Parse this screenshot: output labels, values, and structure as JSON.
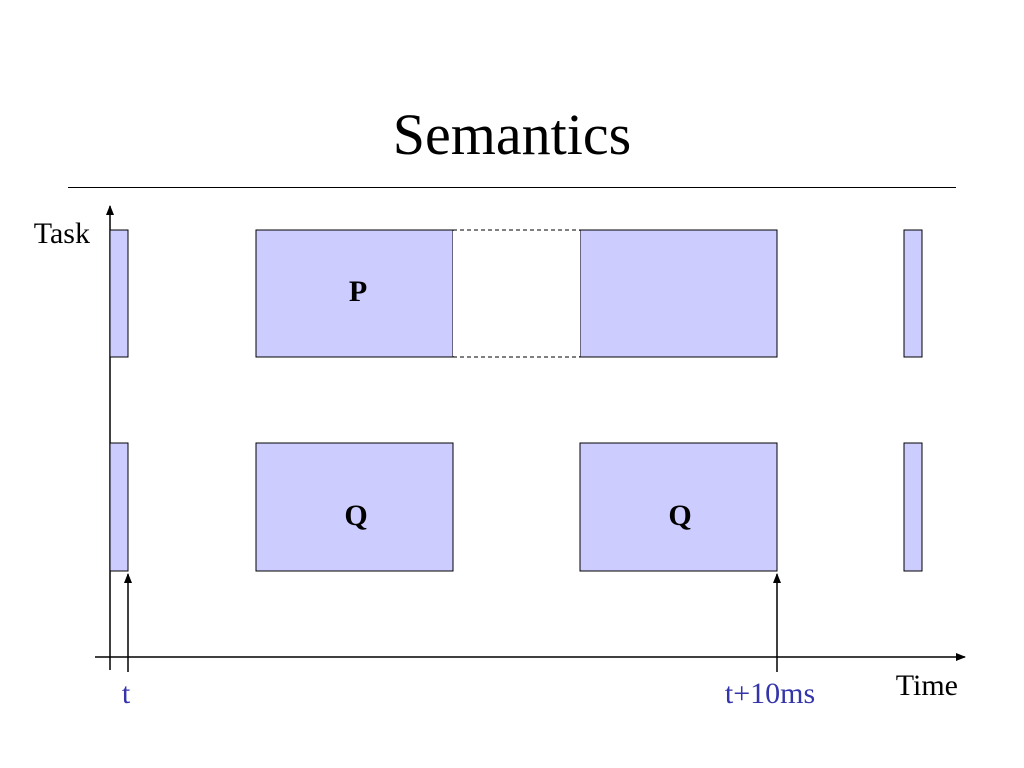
{
  "slide": {
    "title": "Semantics"
  },
  "diagram": {
    "y_axis_label": "Task",
    "x_axis_label": "Time",
    "tasks": {
      "p_label": "P",
      "q_label": "Q",
      "q_label_2": "Q"
    },
    "time_markers": {
      "start": "t",
      "end": "t+10ms"
    }
  },
  "colors": {
    "block_fill": "#ccccff",
    "block_stroke": "#000000",
    "marker_text": "#3333aa",
    "axis": "#000000"
  }
}
